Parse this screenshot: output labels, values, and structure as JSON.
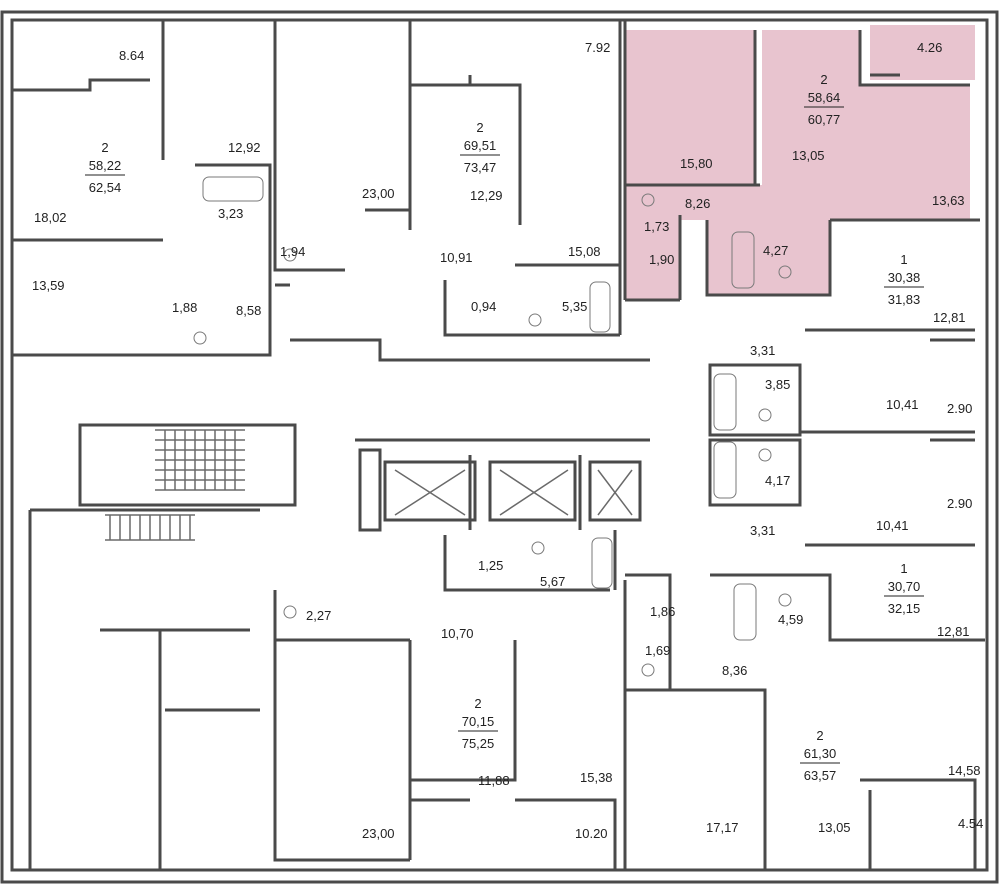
{
  "colors": {
    "highlight": "#e8c4cf",
    "wall": "#4a4a4a",
    "text": "#222222"
  },
  "apartments": [
    {
      "rooms": "2",
      "living": "58,22",
      "total": "62,54"
    },
    {
      "rooms": "2",
      "living": "69,51",
      "total": "73,47"
    },
    {
      "rooms": "2",
      "living": "58,64",
      "total": "60,77"
    },
    {
      "rooms": "1",
      "living": "30,38",
      "total": "31,83"
    },
    {
      "rooms": "1",
      "living": "30,70",
      "total": "32,15"
    },
    {
      "rooms": "2",
      "living": "70,15",
      "total": "75,25"
    },
    {
      "rooms": "2",
      "living": "61,30",
      "total": "63,57"
    }
  ],
  "rooms": [
    "8.64",
    "12,92",
    "18,02",
    "3,23",
    "13,59",
    "1,88",
    "8,58",
    "23,00",
    "1,94",
    "7.92",
    "12,29",
    "10,91",
    "0,94",
    "5,35",
    "15,08",
    "4.26",
    "15,80",
    "13,05",
    "8,26",
    "13,63",
    "1,73",
    "1,90",
    "4,27",
    "12,81",
    "3,31",
    "3,85",
    "10,41",
    "2.90",
    "4,17",
    "3,31",
    "10,41",
    "2.90",
    "12,81",
    "1,25",
    "5,67",
    "2,27",
    "10,70",
    "1,86",
    "4,59",
    "1,69",
    "8,36",
    "11,88",
    "15,38",
    "23,00",
    "10.20",
    "17,17",
    "13,05",
    "14,58",
    "4.54"
  ]
}
